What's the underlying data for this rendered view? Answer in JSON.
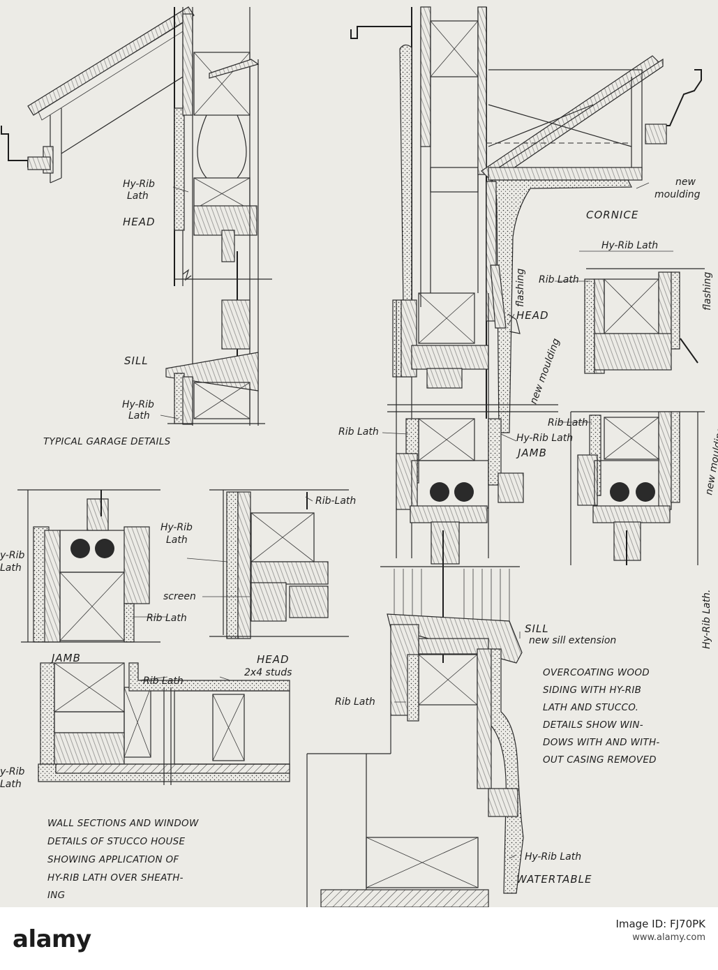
{
  "labels": {
    "garage_hyrib_top_1": "Hy-Rib",
    "garage_hyrib_top_2": "Lath",
    "garage_head": "HEAD",
    "garage_sill": "SILL",
    "garage_hyrib_bottom_1": "Hy-Rib",
    "garage_hyrib_bottom_2": "Lath",
    "new_moulding_top_1": "new",
    "new_moulding_top_2": "moulding",
    "cornice": "CORNICE",
    "hyrib_lath_right": "Hy-Rib Lath",
    "flashing_center": "flashing",
    "flashing_right": "flashing",
    "rib_lath_right_1": "Rib Lath",
    "head_center": "HEAD",
    "new_moulding_center": "new moulding",
    "new_moulding_right": "new moulding",
    "rib_lath_center": "Rib Lath",
    "rib_lath_right_2": "Rib Lath",
    "hyrib_lath_center": "Hy-Rib Lath",
    "jamb_center": "JAMB",
    "hyrib_lath_right_vertical": "Hy-Rib Lath.",
    "hyrib_lath_left_1": "Hy-Rib",
    "hyrib_lath_left_2": "Lath",
    "rib_lath_left_top": "Rib-Lath",
    "left_hyrib_1": "y-Rib",
    "left_hyrib_2": "Lath",
    "screen": "screen",
    "rib_lath_left_mid": "Rib Lath",
    "jamb_left": "JAMB",
    "head_left": "HEAD",
    "studs": "2x4 studs",
    "rib_lath_left_low": "Rib Lath",
    "sill_center": "SILL",
    "new_sill_extension": "new sill extension",
    "rib_lath_center_low": "Rib Lath",
    "left_hyrib_low_1": "y-Rib",
    "left_hyrib_low_2": "Lath",
    "hyrib_lath_watertable": "Hy-Rib Lath",
    "watertable": "WATERTABLE"
  },
  "captions": {
    "garage": "TYPICAL GARAGE DETAILS",
    "overcoating": [
      "OVERCOATING WOOD",
      "SIDING WITH HY-RIB",
      "LATH AND STUCCO.",
      "DETAILS SHOW WIN-",
      "DOWS WITH AND WITH-",
      "OUT CASING REMOVED"
    ],
    "wall_sections": [
      "WALL SECTIONS AND WINDOW",
      "DETAILS OF STUCCO HOUSE",
      "SHOWING APPLICATION OF",
      "HY-RIB LATH OVER SHEATH-",
      "ING"
    ]
  },
  "footer": {
    "logo": "alamy",
    "image_id_label": "Image ID: FJ70PK",
    "site": "www.alamy.com"
  }
}
